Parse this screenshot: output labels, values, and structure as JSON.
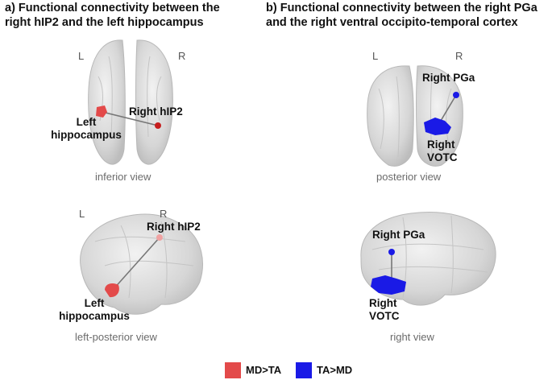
{
  "panel_a": {
    "title_line1": "a) Functional connectivity between the",
    "title_line2": "right hIP2 and the left hippocampus",
    "inferior": {
      "left_marker": "L",
      "right_marker": "R",
      "region_right": "Right hIP2",
      "region_left_line1": "Left",
      "region_left_line2": "hippocampus",
      "view_label": "inferior view"
    },
    "left_posterior": {
      "left_marker": "L",
      "right_marker": "R",
      "region_right": "Right hIP2",
      "region_left_line1": "Left",
      "region_left_line2": "hippocampus",
      "view_label": "left-posterior view"
    }
  },
  "panel_b": {
    "title_line1": "b) Functional connectivity between the right PGa",
    "title_line2": "and the right ventral occipito-temporal cortex",
    "posterior": {
      "left_marker": "L",
      "right_marker": "R",
      "region_top": "Right PGa",
      "region_bottom_line1": "Right",
      "region_bottom_line2": "VOTC",
      "view_label": "posterior view"
    },
    "right": {
      "region_top": "Right PGa",
      "region_bottom_line1": "Right",
      "region_bottom_line2": "VOTC",
      "view_label": "right view"
    }
  },
  "legend": {
    "items": [
      {
        "label": "MD>TA",
        "color": "#e34a4a"
      },
      {
        "label": "TA>MD",
        "color": "#1a1ae6"
      }
    ]
  },
  "colors": {
    "md_gt_ta": "#e34a4a",
    "ta_gt_md": "#1a1ae6",
    "brain_fill": "#dcdcdc",
    "connection": "#777777"
  }
}
